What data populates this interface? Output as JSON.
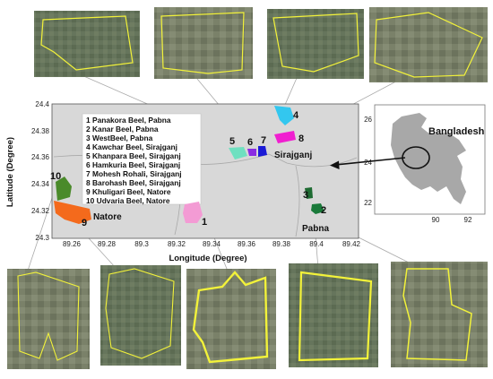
{
  "main_map": {
    "y_axis_label": "Latitude (Degree)",
    "x_axis_label": "Longitude (Degree)",
    "y_ticks": [
      "24.4",
      "24.38",
      "24.36",
      "24.34",
      "24.32",
      "24.3"
    ],
    "x_ticks": [
      "89.26",
      "89.28",
      "89.3",
      "89.32",
      "89.34",
      "89.36",
      "89.38",
      "89.4",
      "89.42"
    ],
    "region_labels": [
      "Sirajganj",
      "Natore",
      "Pabna"
    ],
    "legend": [
      "1 Panakora Beel, Pabna",
      "2  Kanar Beel, Pabna",
      "3  WestBeel, Pabna",
      "4 Kawchar Beel, Sirajganj",
      "5 Khanpara Beel, Sirajganj",
      "6 Hamkuria Beel, Sirajganj",
      "7 Mohesh Rohali, Sirajganj",
      "8 Barohash Beel, Sirajganj",
      "9 Khuligari Beel, Natore",
      "10 Udvaria Beel, Natore"
    ],
    "polygon_numbers": [
      "1",
      "2",
      "3",
      "4",
      "5",
      "6",
      "7",
      "8",
      "9",
      "10"
    ],
    "polygon_colors": [
      "#f39bd4",
      "#1a7a3a",
      "#1e6b32",
      "#33c7ef",
      "#6fe0c0",
      "#8a2be2",
      "#1b1bd6",
      "#f01fd0",
      "#f46a1c",
      "#4a8a2a"
    ]
  },
  "inset_map": {
    "country_label": "Bangladesh",
    "y_ticks": [
      "26",
      "24",
      "22"
    ],
    "x_ticks": [
      "90",
      "92"
    ]
  },
  "colors": {
    "satellite_base": "#5a6b52",
    "boundary": "#f2f23a",
    "leader_line": "#aaaaaa"
  }
}
